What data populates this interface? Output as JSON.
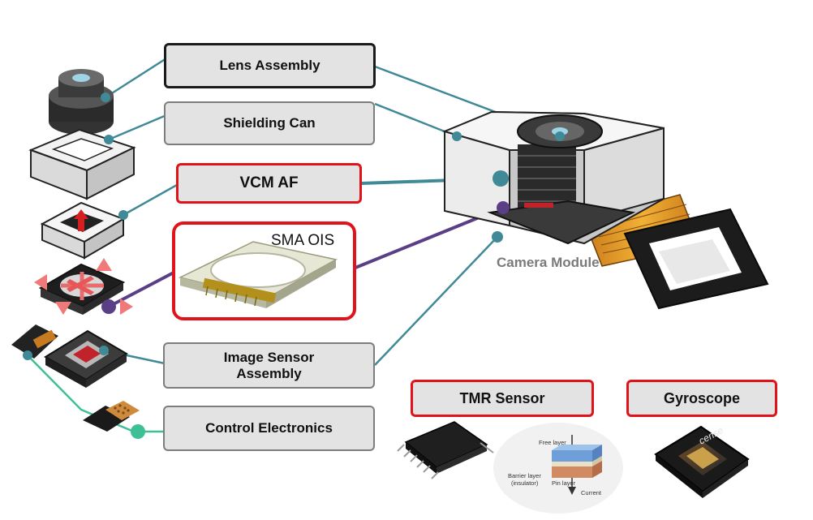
{
  "labels": {
    "lens_assembly": "Lens Assembly",
    "shielding_can": "Shielding Can",
    "vcm_af": "VCM AF",
    "sma_ois": "SMA OIS",
    "image_sensor_line1": "Image Sensor",
    "image_sensor_line2": "Assembly",
    "control_electronics": "Control Electronics",
    "camera_module": "Camera Module",
    "tmr_sensor": "TMR Sensor",
    "gyroscope": "Gyroscope"
  },
  "tmr_diagram": {
    "free_layer": "Free layer",
    "barrier_layer_line1": "Barrier layer",
    "barrier_layer_line2": "(insulator)",
    "pin_layer": "Pin layer",
    "current": "Current"
  },
  "chip_marking": "cense",
  "colors": {
    "highlight_red": "#e0121a",
    "connector_teal": "#3f8a96",
    "connector_purple": "#5b3f86",
    "connector_green": "#3fbf96",
    "box_fill": "#e3e3e3"
  }
}
